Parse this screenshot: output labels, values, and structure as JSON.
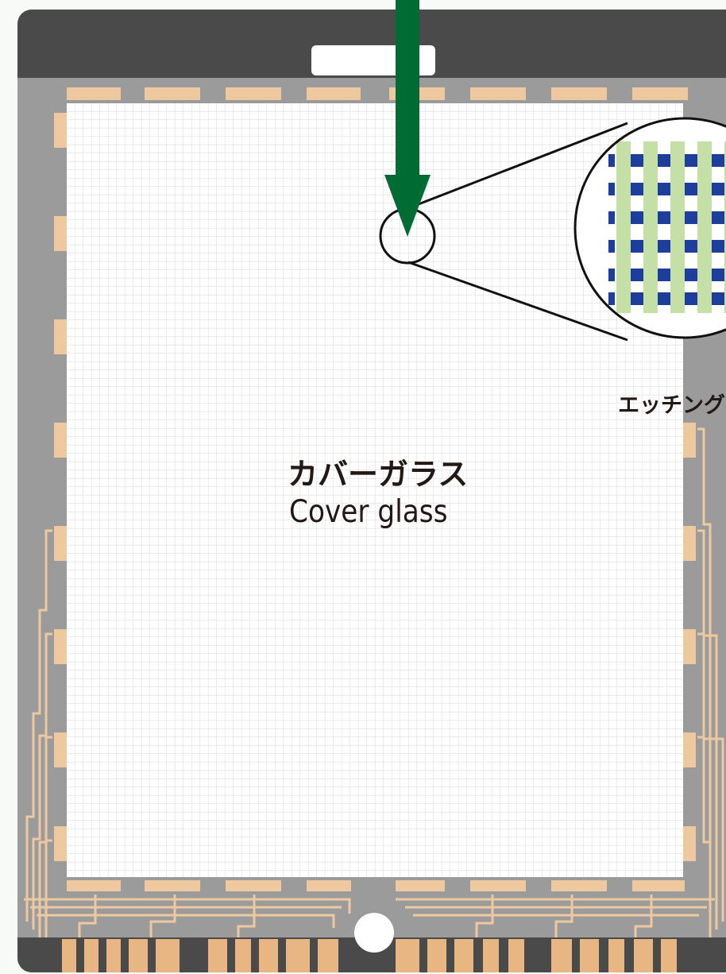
{
  "labels": {
    "cover_glass_jp": "カバーガラス",
    "cover_glass_en": "Cover glass",
    "etching_partial": "エッチング"
  },
  "colors": {
    "frame_dark": "#4a4a4a",
    "border_gray": "#9b9b9b",
    "trace_peach": "#eec9a0",
    "grid_line": "#e2e2e2",
    "arrow_green": "#006c34",
    "magnifier_stripe_green": "#c5e0a6",
    "magnifier_square_blue": "#1d3f9b"
  },
  "icons": {
    "home_button": "home-button-icon",
    "pointer_arrow": "down-arrow-icon",
    "magnifier": "magnifier-icon"
  }
}
